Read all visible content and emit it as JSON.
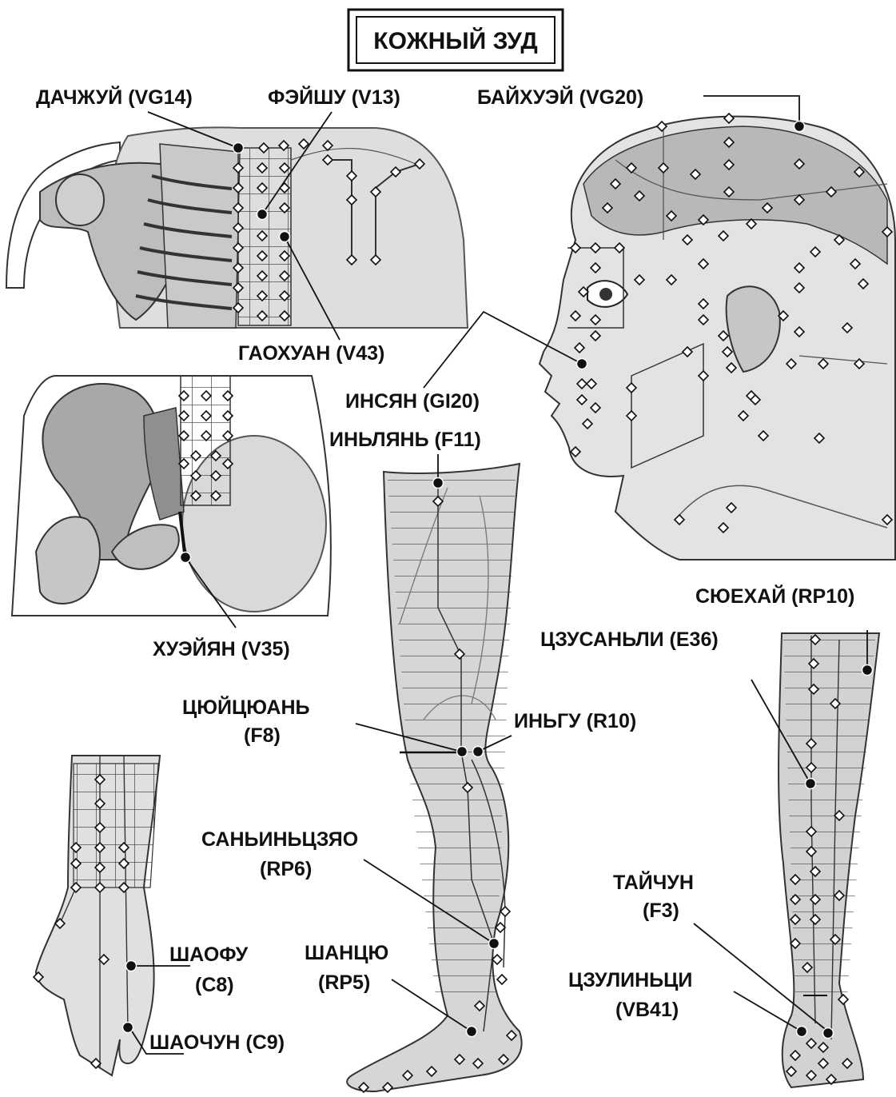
{
  "title": "КОЖНЫЙ ЗУД",
  "labels": {
    "dazhui": "ДАЧЖУЙ (VG14)",
    "feishu": "ФЭЙШУ (V13)",
    "baihui": "БАЙХУЭЙ (VG20)",
    "gaohuang": "ГАОХУАН (V43)",
    "yingxiang": "ИНСЯН (GI20)",
    "yinlian": "ИНЬЛЯНЬ (F11)",
    "huiyang": "ХУЭЙЯН (V35)",
    "xuehai": "СЮЕХАЙ (RP10)",
    "zusanli": "ЦЗУСАНЬЛИ (E36)",
    "ququan_1": "ЦЮЙЦЮАНЬ",
    "ququan_2": "(F8)",
    "yingu": "ИНЬГУ (R10)",
    "sanyinjiao_1": "САНЬИНЬЦЗЯО",
    "sanyinjiao_2": "(RP6)",
    "taichong_1": "ТАЙЧУН",
    "taichong_2": "(F3)",
    "shaofu_1": "ШАОФУ",
    "shaofu_2": "(C8)",
    "shangqiu_1": "ШАНЦЮ",
    "shangqiu_2": "(RP5)",
    "zulinqi_1": "ЦЗУЛИНЬЦИ",
    "zulinqi_2": "(VB41)",
    "shaochong": "ШАОЧУН (C9)"
  },
  "colors": {
    "ink": "#111111",
    "skin": "#d9d9d9",
    "skin_dark": "#a8a8a8",
    "meridian_bg": "#c4c4c4"
  }
}
